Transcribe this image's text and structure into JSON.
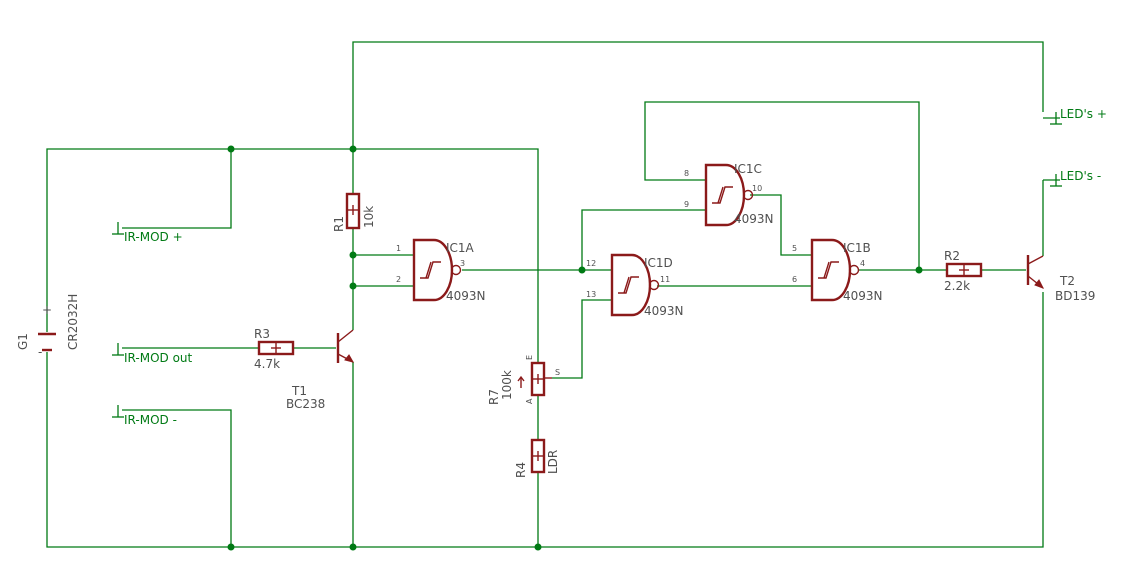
{
  "labels": {
    "ir_mod_plus": "IR-MOD +",
    "ir_mod_out": "IR-MOD out",
    "ir_mod_minus": "IR-MOD -",
    "leds_plus": "LED's +",
    "leds_minus": "LED's -",
    "g1_name": "G1",
    "g1_value": "CR2032H",
    "r1_name": "R1",
    "r1_value": "10k",
    "r2_name": "R2",
    "r2_value": "2.2k",
    "r3_name": "R3",
    "r3_value": "4.7k",
    "r4_name": "R4",
    "r4_value": "LDR",
    "r7_name": "R7",
    "r7_value": "100k",
    "t1_name": "T1",
    "t1_value": "BC238",
    "t2_name": "T2",
    "t2_value": "BD139",
    "ic1a": "IC1A",
    "ic1b": "IC1B",
    "ic1c": "IC1C",
    "ic1d": "IC1D",
    "chip": "4093N",
    "pot_s": "S",
    "pot_e": "E",
    "pot_a": "A",
    "g1_plus": "+",
    "g1_minus": "-",
    "pins": {
      "p1": "1",
      "p2": "2",
      "p3": "3",
      "p4": "4",
      "p5": "5",
      "p6": "6",
      "p8": "8",
      "p9": "9",
      "p10": "10",
      "p11": "11",
      "p12": "12",
      "p13": "13"
    }
  }
}
